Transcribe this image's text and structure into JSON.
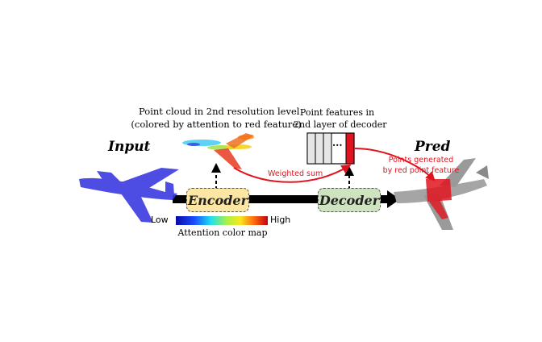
{
  "labels": {
    "input": "Input",
    "pred": "Pred",
    "encoder": "Encoder",
    "decoder": "Decoder",
    "pc_title_line1": "Point cloud in 2nd resolution level",
    "pc_title_line2": "(colored by attention to red feature)",
    "pf_title_line1": "Point features in",
    "pf_title_line2": "2nd layer of decoder",
    "weighted_sum": "Weighted sum",
    "points_gen_line1": "Points generated",
    "points_gen_line2": "by red point feature",
    "colormap_low": "Low",
    "colormap_high": "High",
    "colormap_caption": "Attention color map",
    "feature_ellipsis": "..."
  },
  "colors": {
    "encoder_fill": "#fbe7a3",
    "decoder_fill": "#cfe3c0",
    "accent_red": "#e0141e",
    "input_plane": "#3a3ae0",
    "pred_plane": "#9a9a9a"
  }
}
